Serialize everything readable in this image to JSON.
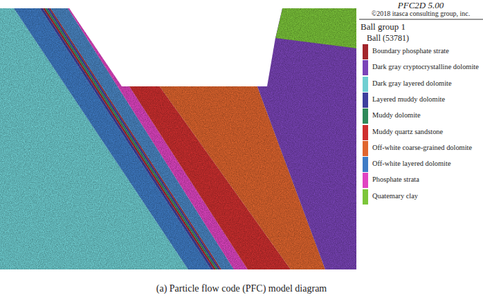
{
  "diagram": {
    "caption": "(a) Particle flow code (PFC) model diagram",
    "labels": [
      "PFC2D 5.00",
      "©2018 itasca consulting group, inc.",
      "Ball group 1",
      "Ball (53781)"
    ],
    "legend": [
      {
        "text": "Boundary phosphate strate",
        "color": "#a3262c"
      },
      {
        "text": "Dark gray cryptocrystalline dolomite",
        "color": "#7a44b8"
      },
      {
        "text": "Dark gray layered dolomite",
        "color": "#6fcfd2"
      },
      {
        "text": "Layered muddy dolomite",
        "color": "#3d3f9e"
      },
      {
        "text": "Muddy dolomite",
        "color": "#2f8a5a"
      },
      {
        "text": "Muddy quartz sandstone",
        "color": "#cf2f2f"
      },
      {
        "text": "Off-white coarse-grained dolomite",
        "color": "#e0652e"
      },
      {
        "text": "Off-white layered dolomite",
        "color": "#3f7cc6"
      },
      {
        "text": "Phosphate strata",
        "color": "#e044c2"
      },
      {
        "text": "Quatemary clay",
        "color": "#7cc63a"
      }
    ]
  }
}
